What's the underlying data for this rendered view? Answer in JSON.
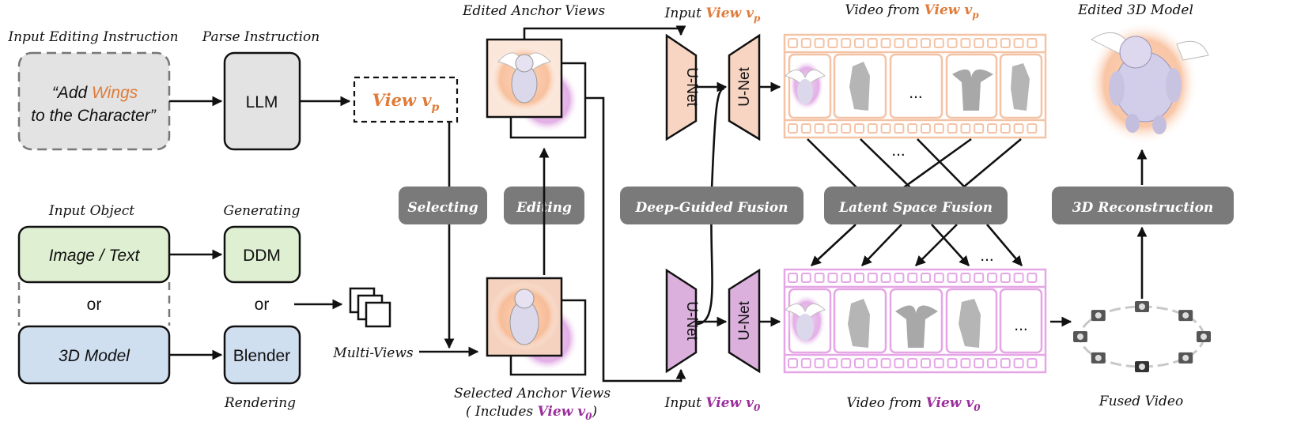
{
  "labels": {
    "input_editing_instruction": "Input Editing Instruction",
    "parse_instruction": "Parse Instruction",
    "instruction_prefix": "“Add ",
    "instruction_highlight": "Wings",
    "instruction_line2": "to the Character”",
    "llm": "LLM",
    "view_word": "View ",
    "view_vp_sym": "v",
    "view_vp_sub": "p",
    "input_object": "Input Object",
    "generating": "Generating",
    "image_text": "Image / Text",
    "ddm": "DDM",
    "or_left": "or",
    "or_mid": "or",
    "model_3d": "3D Model",
    "blender": "Blender",
    "rendering": "Rendering",
    "multi_views": "Multi-Views",
    "edited_anchor_views": "Edited Anchor Views",
    "selecting": "Selecting",
    "editing": "Editing",
    "selected_anchor_views": "Selected Anchor Views",
    "includes_prefix": "( Includes ",
    "includes_suffix": ")",
    "v0_sym": "v",
    "v0_sub": "0",
    "input_prefix": "Input ",
    "unet": "U-Net",
    "deep_guided_fusion": "Deep-Guided Fusion",
    "video_from_prefix": "Video from ",
    "latent_space_fusion": "Latent Space Fusion",
    "dots": "...",
    "dots_mid": "...",
    "edited_3d_model": "Edited 3D Model",
    "reconstruction_3d": "3D Reconstruction",
    "fused_video": "Fused Video"
  },
  "colors": {
    "orange_accent": "#e07b39",
    "purple_accent": "#9b2f9b",
    "pill_gray": "#7a7a7a",
    "instruction_box_fill": "#e3e3e3",
    "llm_fill": "#e3e3e3",
    "green_fill": "#dff0d2",
    "blue_fill": "#cfdff0",
    "unet_orange_fill": "#f7d5c2",
    "unet_purple_fill": "#dcb0dd",
    "film_orange": "#f4c3a6",
    "film_purple": "#e5a6e5"
  },
  "icons": [
    "multi-views-icon",
    "camera-icon",
    "wings-character-icon",
    "silhouette-icon",
    "yeti-3d-model-icon"
  ]
}
